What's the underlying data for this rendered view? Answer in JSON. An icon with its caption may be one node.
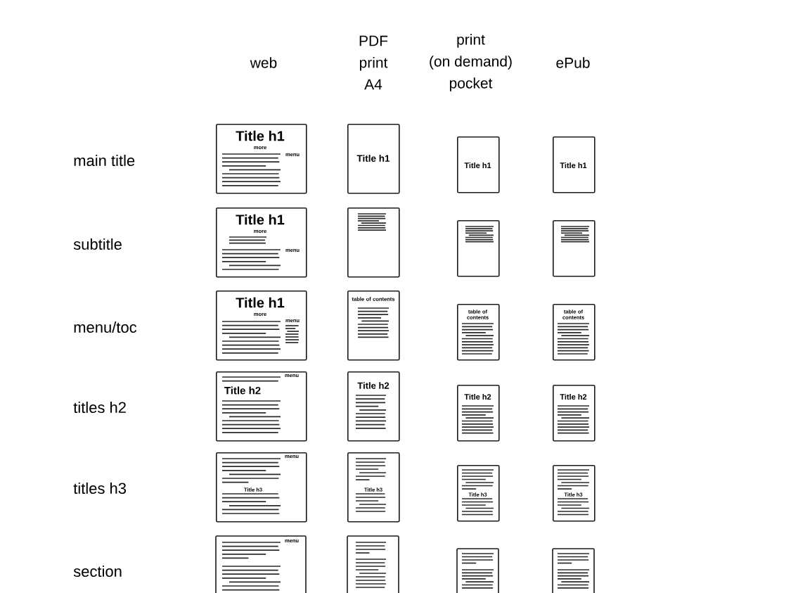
{
  "diagram": {
    "nodes": [
      {
        "text": [
          "Title h1",
          "more",
          "menu"
        ]
      },
      {
        "text": [
          "Title h1"
        ]
      },
      {
        "text": [
          "Title h1"
        ]
      },
      {
        "text": [
          "Title h1"
        ]
      },
      {
        "text": [
          "Title h1",
          "more",
          "menu"
        ]
      },
      {
        "text": [],
        "shape": "box"
      },
      {
        "text": [],
        "shape": "box"
      },
      {
        "text": [],
        "shape": "box"
      },
      {
        "text": [
          "Title h1",
          "more",
          "menu"
        ]
      },
      {
        "text": [
          "table of contents"
        ]
      },
      {
        "text": [
          "table of contents"
        ]
      },
      {
        "text": [
          "table of contents"
        ]
      },
      {
        "text": [
          "menu",
          "Title h2"
        ]
      },
      {
        "text": [
          "Title h2"
        ]
      },
      {
        "text": [
          "Title h2"
        ]
      },
      {
        "text": [
          "Title h2"
        ]
      },
      {
        "text": [
          "menu",
          "Title h3"
        ]
      },
      {
        "text": [
          "Title h3"
        ]
      },
      {
        "text": [
          "Title h3"
        ]
      },
      {
        "text": [
          "Title h3"
        ]
      },
      {
        "text": [
          "menu"
        ]
      },
      {
        "text": [],
        "shape": "box"
      },
      {
        "text": [],
        "shape": "box"
      },
      {
        "text": [],
        "shape": "box"
      }
    ],
    "labels": [
      "web",
      "PDF print A4",
      "print (on demand) pocket",
      "ePub",
      "main title",
      "subtitle",
      "menu/toc",
      "titles h2",
      "titles h3",
      "section"
    ]
  }
}
